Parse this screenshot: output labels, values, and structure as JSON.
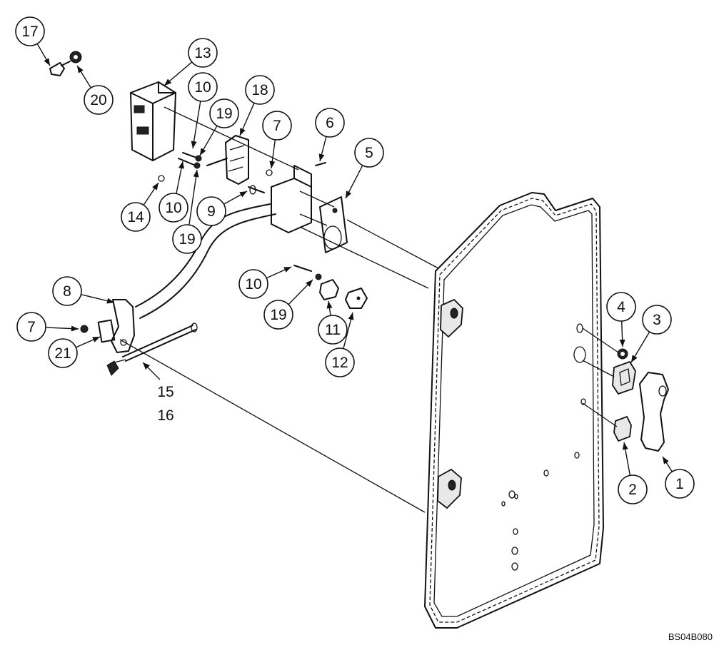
{
  "callouts": [
    {
      "label": "1"
    },
    {
      "label": "2"
    },
    {
      "label": "3"
    },
    {
      "label": "4"
    },
    {
      "label": "5"
    },
    {
      "label": "6"
    },
    {
      "label": "7"
    },
    {
      "label": "7"
    },
    {
      "label": "8"
    },
    {
      "label": "9"
    },
    {
      "label": "10"
    },
    {
      "label": "10"
    },
    {
      "label": "10"
    },
    {
      "label": "11"
    },
    {
      "label": "12"
    },
    {
      "label": "13"
    },
    {
      "label": "14"
    },
    {
      "label": "17"
    },
    {
      "label": "18"
    },
    {
      "label": "19"
    },
    {
      "label": "19"
    },
    {
      "label": "19"
    },
    {
      "label": "20"
    },
    {
      "label": "21"
    }
  ],
  "unboxed_labels": {
    "first": "15",
    "second": "16"
  },
  "drawing_code": "BS04B080"
}
